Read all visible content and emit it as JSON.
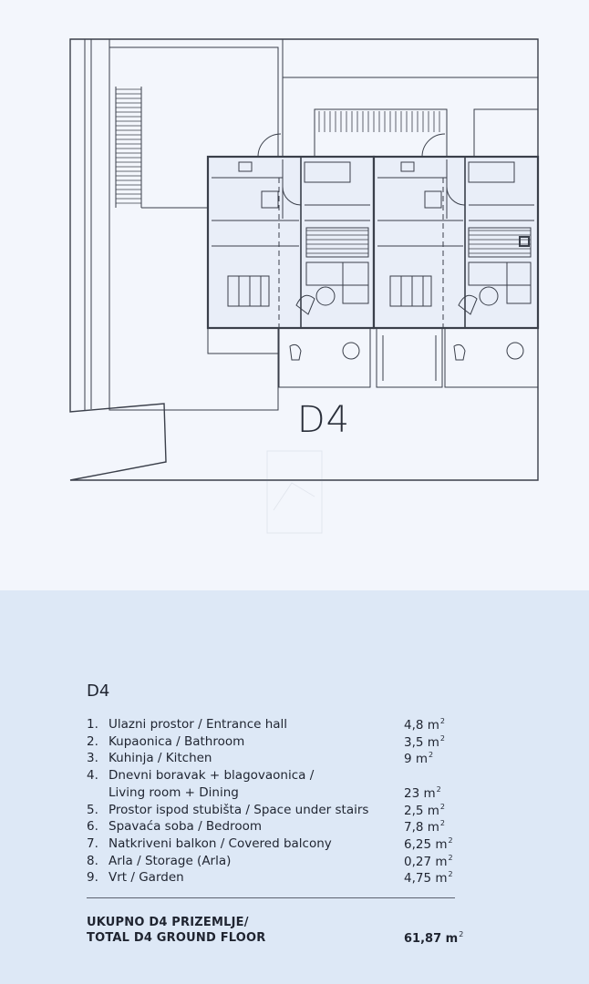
{
  "plan": {
    "unit_label": "D4"
  },
  "panel": {
    "title": "D4",
    "rooms": [
      {
        "num": "1.",
        "name": "Ulazni prostor / Entrance hall",
        "area": "4,8 m",
        "unit_exp": "2"
      },
      {
        "num": "2.",
        "name": "Kupaonica / Bathroom",
        "area": "3,5 m",
        "unit_exp": "2"
      },
      {
        "num": "3.",
        "name": "Kuhinja / Kitchen",
        "area": "9 m",
        "unit_exp": "2"
      },
      {
        "num": "4.",
        "name": "Dnevni boravak + blagovaonica /",
        "area": "",
        "unit_exp": ""
      },
      {
        "num": "",
        "name": "Living room + Dining",
        "area": "23 m",
        "unit_exp": "2"
      },
      {
        "num": "5.",
        "name": "Prostor ispod stubišta / Space under stairs",
        "area": "2,5 m",
        "unit_exp": "2"
      },
      {
        "num": "6.",
        "name": "Spavaća soba / Bedroom",
        "area": "7,8 m",
        "unit_exp": "2"
      },
      {
        "num": "7.",
        "name": "Natkriveni balkon / Covered balcony",
        "area": "6,25 m",
        "unit_exp": "2"
      },
      {
        "num": "8.",
        "name": "Arla / Storage (Arla)",
        "area": "0,27 m",
        "unit_exp": "2"
      },
      {
        "num": "9.",
        "name": "Vrt / Garden",
        "area": "4,75 m",
        "unit_exp": "2"
      }
    ],
    "total_line1": "UKUPNO D4 PRIZEMLJE/",
    "total_line2": "TOTAL D4 GROUND FLOOR",
    "total_area": "61,87 m",
    "total_exp": "2"
  }
}
